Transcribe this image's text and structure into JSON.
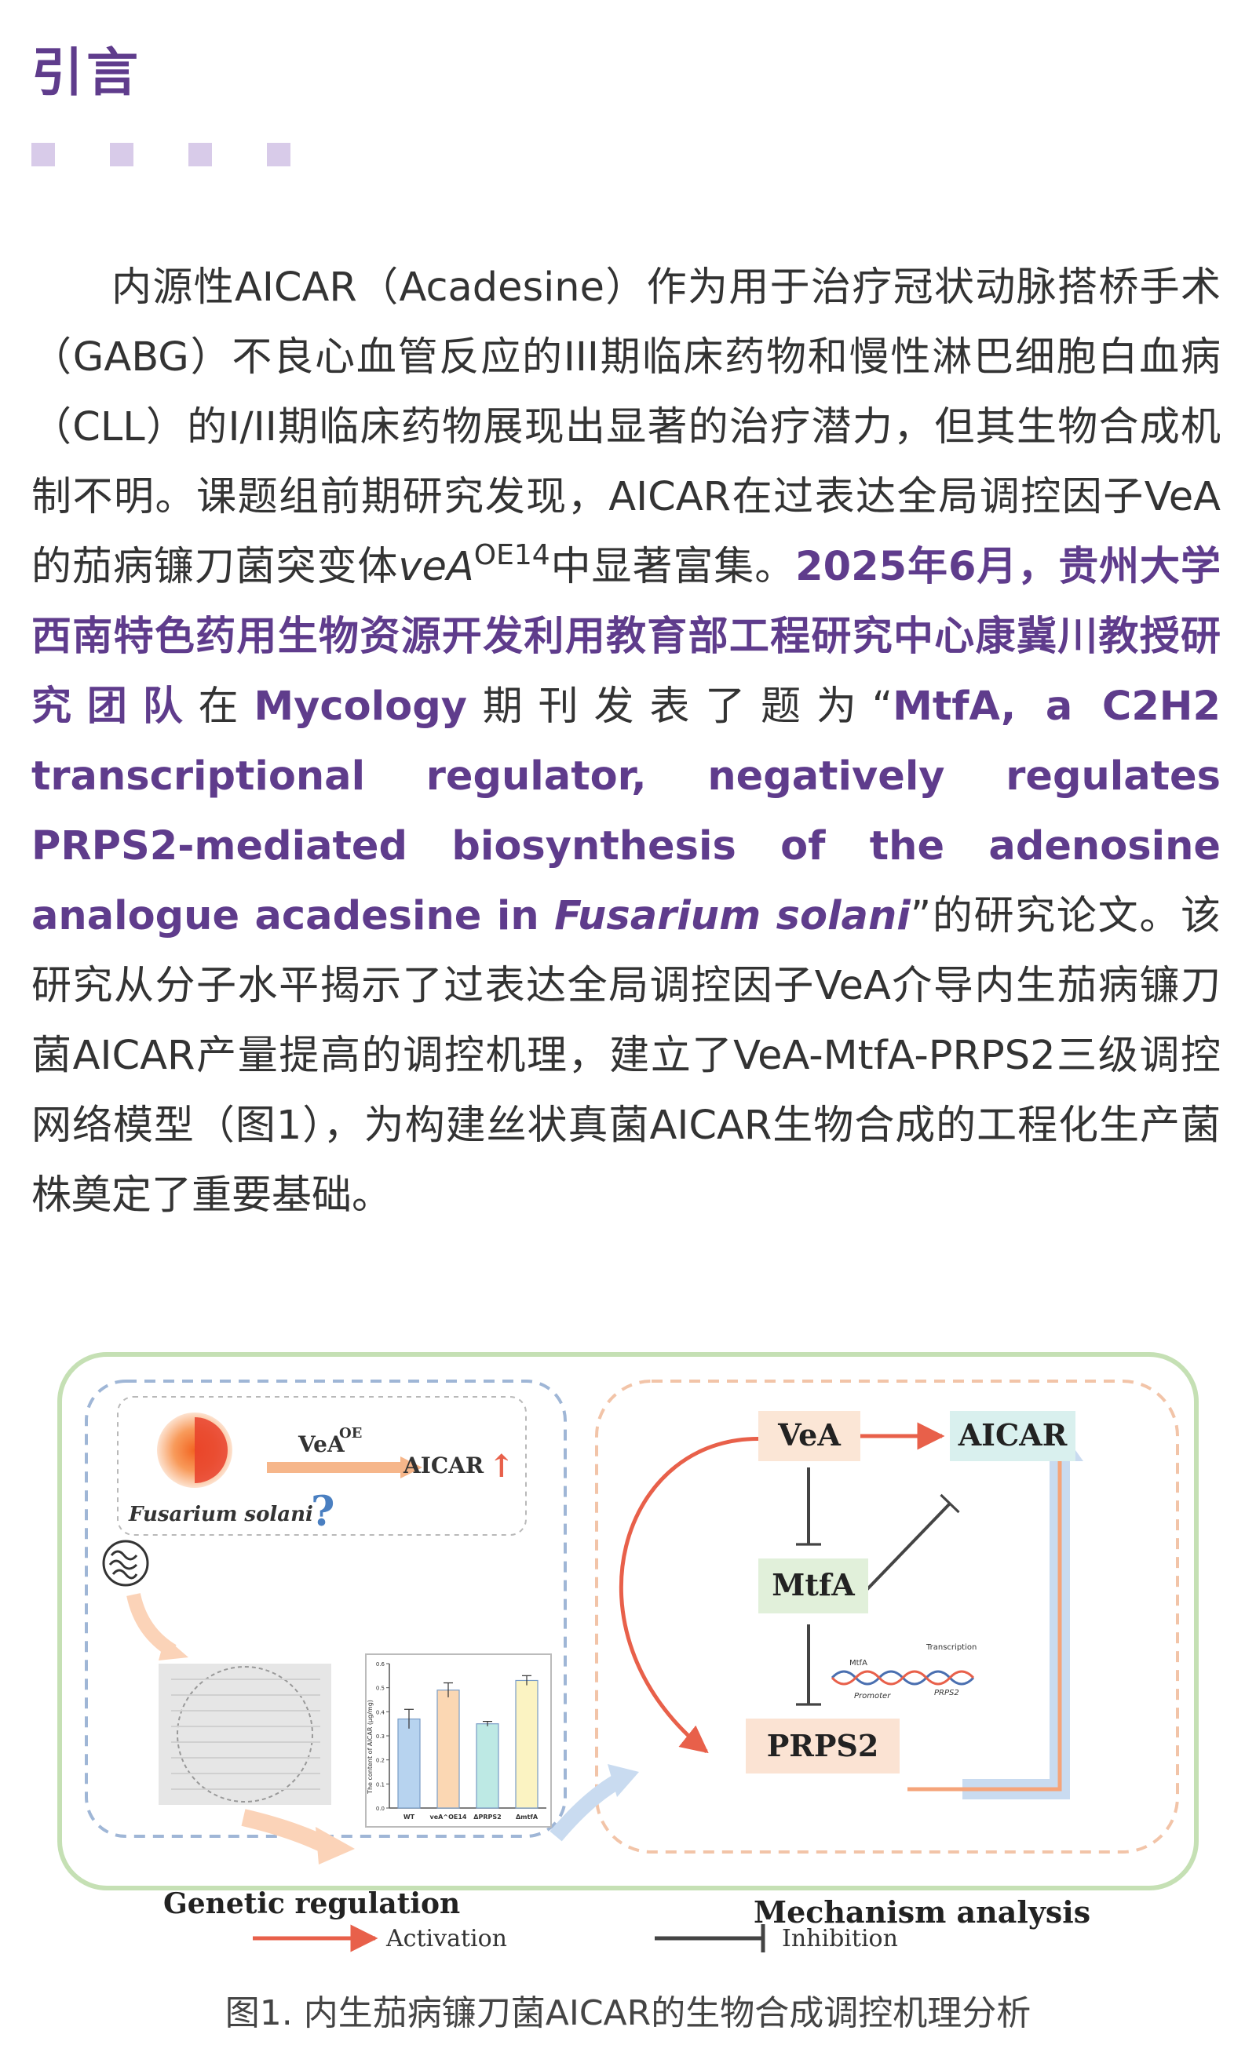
{
  "section": {
    "title": "引言"
  },
  "article": {
    "p1_a": "内源性AICAR（Acadesine）作为用于治疗冠状动脉搭桥手术（GABG）不良心血管反应的III期临床药物和慢性淋巴细胞白血病（CLL）的I/II期临床药物展现出显著的治疗潜力，但其生物合成机制不明。课题组前期研究发现，AICAR在过表达全局调控因子VeA的茄病镰刀菌突变体",
    "p1_gene": "veA",
    "p1_sup": "OE14",
    "p1_b": "中显著富集。",
    "p1_hl1": "2025年6月，贵州大学西南特色药用生物资源开发利用教育部工程研究中心康冀川教授研究团队",
    "p1_c": "在",
    "p1_hl2": "Mycology",
    "p1_d": "期刊发表了题为“",
    "p1_hl3": "MtfA, a C2H2 transcriptional regulator, negatively regulates PRPS2-mediated biosynthesis of the adenosine analogue acadesine in ",
    "p1_species": "Fusarium solani",
    "p1_e": "”的研究论文。该研究从分子水平揭示了过表达全局调控因子VeA介导内生茄病镰刀菌AICAR产量提高的调控机理，建立了VeA-MtfA-PRPS2三级调控网络模型（图1），为构建丝状真菌AICAR生物合成的工程化生产菌株奠定了重要基础。"
  },
  "figure": {
    "left_panel": {
      "veA_label": "VeA",
      "veA_sup": "OE",
      "aicar_label": "AICAR",
      "up_arrow": "↑",
      "question": "?",
      "species": "Fusarium solani",
      "title": "Genetic regulation",
      "chart_ylabel": "The content of AICAR (μg/mg)",
      "chart_yticks": [
        "0.0",
        "0.1",
        "0.2",
        "0.3",
        "0.4",
        "0.5",
        "0.6"
      ]
    },
    "right_panel": {
      "veA": "VeA",
      "aicar": "AICAR",
      "mtfA": "MtfA",
      "prps2": "PRPS2",
      "dna_mtfa": "MtfA",
      "dna_promoter": "Promoter",
      "dna_transcription": "Transcription",
      "dna_prps2": "PRPS2",
      "title": "Mechanism analysis"
    },
    "legend": {
      "activation": "Activation",
      "inhibition": "Inhibition"
    },
    "colors": {
      "activation": "#e8604a",
      "inhibition": "#444444",
      "veA_box": "#fbe6d6",
      "aicar_box": "#d9f0ee",
      "mtfA_box": "#e1f0da",
      "prps2_box": "#fbe3d3",
      "outer_border": "#c5e0b4",
      "left_border": "#9fb6d6",
      "right_border": "#f2c4a8",
      "blue_arrow": "#b7cde8"
    }
  },
  "chart_data": {
    "type": "bar",
    "categories": [
      "WT",
      "veA^OE14",
      "ΔPRPS2",
      "ΔmtfA"
    ],
    "values": [
      0.37,
      0.49,
      0.35,
      0.53
    ],
    "errors": [
      0.04,
      0.03,
      0.01,
      0.02
    ],
    "colors": [
      "#b7d3ef",
      "#fbd7b3",
      "#bde9e4",
      "#fbf3c2"
    ],
    "ylabel": "The content of AICAR (μg/mg)",
    "ylim": [
      0,
      0.6
    ]
  },
  "caption": {
    "text": "图1. 内生茄病镰刀菌AICAR的生物合成调控机理分析"
  }
}
